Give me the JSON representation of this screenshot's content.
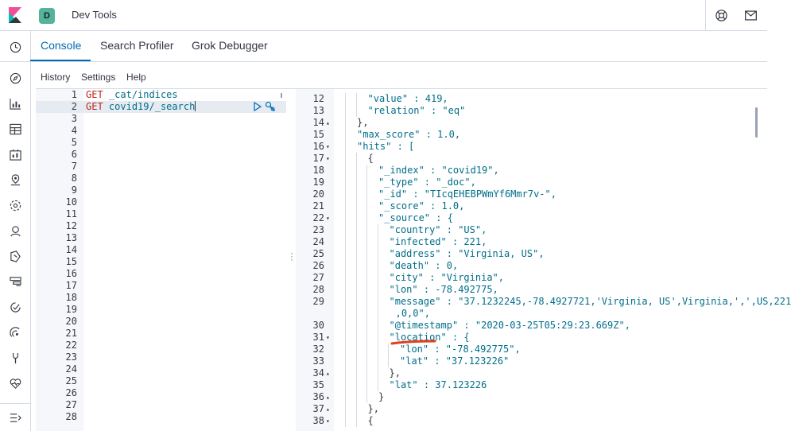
{
  "header": {
    "workspace_initial": "D",
    "app_title": "Dev Tools"
  },
  "tabs": [
    {
      "label": "Console",
      "active": true
    },
    {
      "label": "Search Profiler",
      "active": false
    },
    {
      "label": "Grok Debugger",
      "active": false
    }
  ],
  "submenu": {
    "history": "History",
    "settings": "Settings",
    "help": "Help"
  },
  "request_editor": {
    "line_numbers": [
      "1",
      "2",
      "3",
      "4",
      "5",
      "6",
      "7",
      "8",
      "9",
      "10",
      "11",
      "12",
      "13",
      "14",
      "15",
      "16",
      "17",
      "18",
      "19",
      "20",
      "21",
      "22",
      "23",
      "24",
      "25",
      "26",
      "27",
      "28"
    ],
    "lines": [
      {
        "method": "GET",
        "path": "_cat/indices"
      },
      {
        "method": "GET",
        "path": "covid19/_search"
      }
    ]
  },
  "response_editor": {
    "line_numbers": [
      "12",
      "13",
      "14",
      "15",
      "16",
      "17",
      "18",
      "19",
      "20",
      "21",
      "22",
      "23",
      "24",
      "25",
      "26",
      "27",
      "28",
      "29",
      "",
      "30",
      "31",
      "32",
      "33",
      "34",
      "35",
      "36",
      "37",
      "38"
    ],
    "fold_markers": [
      "",
      "",
      "▴",
      "",
      "▾",
      "▾",
      "",
      "",
      "",
      "",
      "▾",
      "",
      "",
      "",
      "",
      "",
      "",
      "",
      "",
      "",
      "▾",
      "",
      "",
      "▴",
      "",
      "▴",
      "▴",
      "▾"
    ],
    "lines": [
      "\"value\" : 419,",
      "\"relation\" : \"eq\"",
      "},",
      "\"max_score\" : 1.0,",
      "\"hits\" : [",
      "{",
      "\"_index\" : \"covid19\",",
      "\"_type\" : \"_doc\",",
      "\"_id\" : \"TIcqEHEBPWmYf6Mmr7v-\",",
      "\"_score\" : 1.0,",
      "\"_source\" : {",
      "\"country\" : \"US\",",
      "\"infected\" : 221,",
      "\"address\" : \"Virginia, US\",",
      "\"death\" : 0,",
      "\"city\" : \"Virginia\",",
      "\"lon\" : -78.492775,",
      "\"message\" : \"37.1232245,-78.4927721,'Virginia, US',Virginia,',',US,221",
      ",0,0\",",
      "\"@timestamp\" : \"2020-03-25T05:29:23.669Z\",",
      "\"location\" : {",
      "\"lon\" : \"-78.492775\",",
      "\"lat\" : \"37.123226\"",
      "},",
      "\"lat\" : 37.123226",
      "}",
      "},",
      "{"
    ]
  },
  "colors": {
    "accent": "#006bb4",
    "annotation": "#e0401f"
  }
}
